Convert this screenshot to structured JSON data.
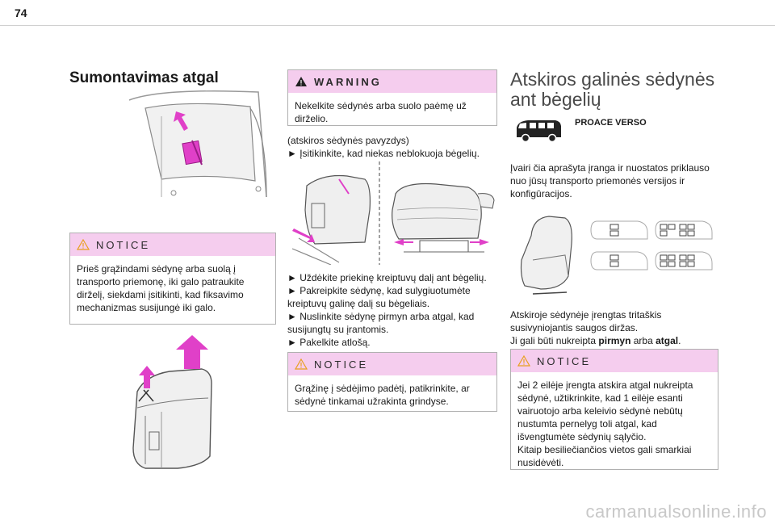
{
  "page_number": "74",
  "col1": {
    "heading": "Sumontavimas atgal",
    "notice": {
      "title": "NOTICE",
      "text": "Prieš grąžindami sėdynę arba suolą į transporto priemonę, iki galo patraukite dirželį, siekdami įsitikinti, kad fiksavimo mechanizmas susijungė iki galo."
    }
  },
  "col2": {
    "warning": {
      "title": "WARNING",
      "text": "Nekelkite sėdynės arba suolo paėmę už dirželio."
    },
    "intro_lines": [
      "(atskiros sėdynės pavyzdys)",
      "► Įsitikinkite, kad niekas neblokuoja bėgelių."
    ],
    "steps_lines": [
      "► Uždėkite priekinę kreiptuvų dalį ant bėgelių.",
      "► Pakreipkite sėdynę, kad sulygiuotumėte",
      "kreiptuvų galinę dalį su bėgeliais.",
      "► Nuslinkite sėdynę pirmyn arba atgal, kad",
      "susijungtų su įrantomis.",
      "► Pakelkite atlošą."
    ],
    "notice": {
      "title": "NOTICE",
      "text": "Grąžinę į sėdėjimo padėtį, patikrinkite, ar sėdynė tinkamai užrakinta grindyse."
    }
  },
  "col3": {
    "heading_line1": "Atskiros galinės sėdynės",
    "heading_line2": "ant bėgelių",
    "brand": "PROACE VERSO",
    "intro": "Įvairi čia aprašyta įranga ir nuostatos priklauso nuo jūsų transporto priemonės versijos ir konfigūracijos.",
    "seat_text_line1": "Atskiroje sėdynėje įrengtas tritaškis",
    "seat_text_line2": "susivyniojantis saugos diržas.",
    "seat_text_line3_pre": "Ji gali būti nukreipta ",
    "seat_text_line3_b1": "pirmyn",
    "seat_text_line3_mid": " arba ",
    "seat_text_line3_b2": "atgal",
    "seat_text_line3_end": ".",
    "notice": {
      "title": "NOTICE",
      "text": "Jei 2 eilėje įrengta atskira atgal nukreipta sėdynė, užtikrinkite, kad 1 eilėje esanti vairuotojo arba keleivio sėdynė nebūtų nustumta pernelyg toli atgal, kad išvengtumėte sėdynių sąlyčio.\nKitaip besiliečiančios vietos gali smarkiai nusidėvėti."
    }
  },
  "watermark": "carmanualsonline.info",
  "colors": {
    "box_header": "#f5cdee",
    "arrow": "#e040c8",
    "warning_icon": "#222222",
    "notice_icon": "#e8a020"
  }
}
